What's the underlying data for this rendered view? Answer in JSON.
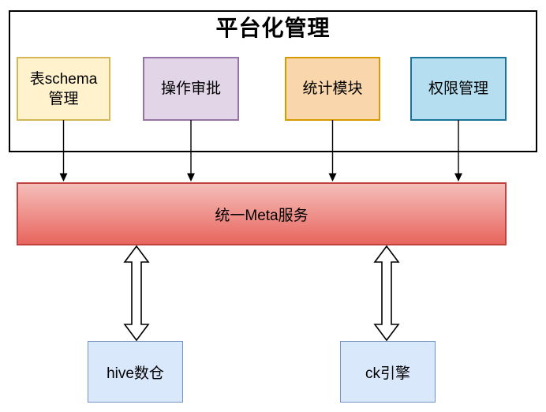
{
  "diagram": {
    "title": "平台化管理",
    "modules": [
      {
        "id": "table-schema-management",
        "label": "表schema\n管理",
        "fill": "#FFF2CC",
        "stroke": "#D6B656"
      },
      {
        "id": "operation-approval",
        "label": "操作审批",
        "fill": "#E1D5E7",
        "stroke": "#9673A6"
      },
      {
        "id": "statistics-module",
        "label": "统计模块",
        "fill": "#F9D6AB",
        "stroke": "#D79B00"
      },
      {
        "id": "permission-management",
        "label": "权限管理",
        "fill": "#B5DFF0",
        "stroke": "#1A7399"
      }
    ],
    "meta_service": {
      "label": "统一Meta服务",
      "fill_top": "#F6BEBA",
      "fill_bottom": "#E7655D",
      "stroke": "#C0423C"
    },
    "storages": [
      {
        "id": "hive-warehouse",
        "label": "hive数仓",
        "fill": "#DAE8FC",
        "stroke": "#7291C4"
      },
      {
        "id": "ck-engine",
        "label": "ck引擎",
        "fill": "#DAE8FC",
        "stroke": "#7291C4"
      }
    ],
    "connections": [
      {
        "from": "table-schema-management",
        "to": "meta-service",
        "type": "arrow-down"
      },
      {
        "from": "operation-approval",
        "to": "meta-service",
        "type": "arrow-down"
      },
      {
        "from": "statistics-module",
        "to": "meta-service",
        "type": "arrow-down"
      },
      {
        "from": "permission-management",
        "to": "meta-service",
        "type": "arrow-down"
      },
      {
        "from": "meta-service",
        "to": "hive-warehouse",
        "type": "double-arrow"
      },
      {
        "from": "meta-service",
        "to": "ck-engine",
        "type": "double-arrow"
      }
    ]
  }
}
